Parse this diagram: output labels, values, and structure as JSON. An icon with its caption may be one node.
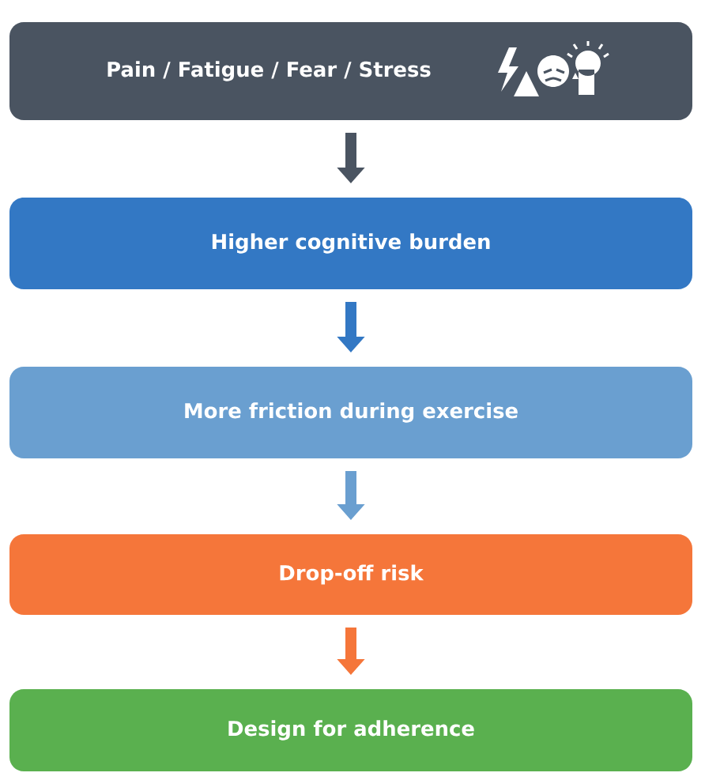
{
  "diagram": {
    "nodes": [
      {
        "text": [
          "Pain / Fatigue / Fear / Stress"
        ]
      },
      {
        "text": [
          "Higher cognitive burden"
        ]
      },
      {
        "text": [
          "More friction during exercise"
        ]
      },
      {
        "text": [
          "Drop-off risk"
        ]
      },
      {
        "text": [
          "Design for adherence"
        ]
      }
    ],
    "edges": [
      {
        "from": 0,
        "to": 1,
        "arrow": "to",
        "color": "#4a5461"
      },
      {
        "from": 1,
        "to": 2,
        "arrow": "to",
        "color": "#3378c4"
      },
      {
        "from": 2,
        "to": 3,
        "arrow": "to",
        "color": "#6a9fd0"
      },
      {
        "from": 3,
        "to": 4,
        "arrow": "to",
        "color": "#f5763a"
      }
    ]
  }
}
